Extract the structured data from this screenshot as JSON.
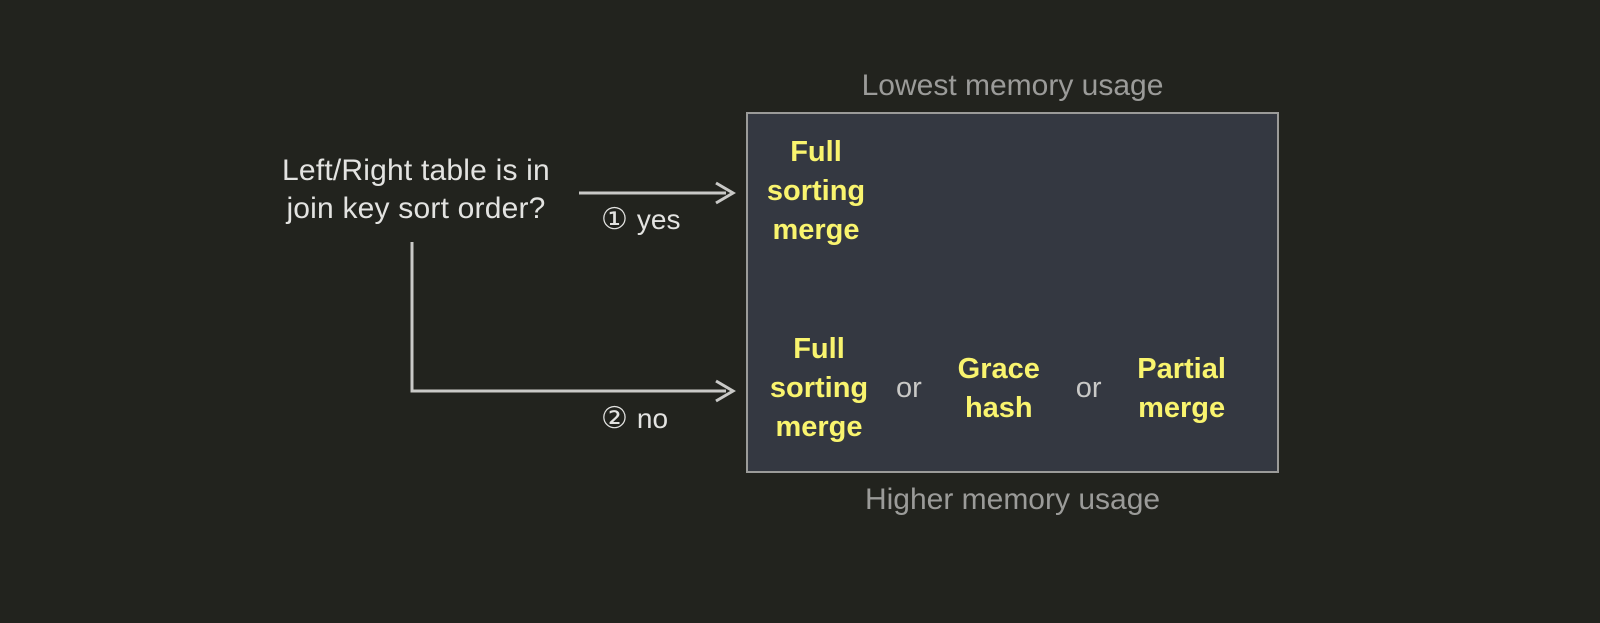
{
  "theme": {
    "background": "#22231e",
    "box_fill": "#343841",
    "box_border": "#9b9b99",
    "highlight_text": "#f9f46e",
    "primary_text": "#e3e3e1",
    "muted_text": "#9b9b99"
  },
  "decision": {
    "question": "Left/Right table is in\njoin key sort order?"
  },
  "branches": [
    {
      "marker": "①",
      "label": "yes"
    },
    {
      "marker": "②",
      "label": "no"
    }
  ],
  "captions": {
    "top": "Lowest memory usage",
    "bottom": "Higher memory usage"
  },
  "results": {
    "sorted_row": {
      "options": [
        "Full\nsorting\nmerge"
      ],
      "separators": []
    },
    "unsorted_row": {
      "options": [
        "Full\nsorting\nmerge",
        "Grace\nhash",
        "Partial\nmerge"
      ],
      "separators": [
        "or",
        "or"
      ]
    }
  }
}
